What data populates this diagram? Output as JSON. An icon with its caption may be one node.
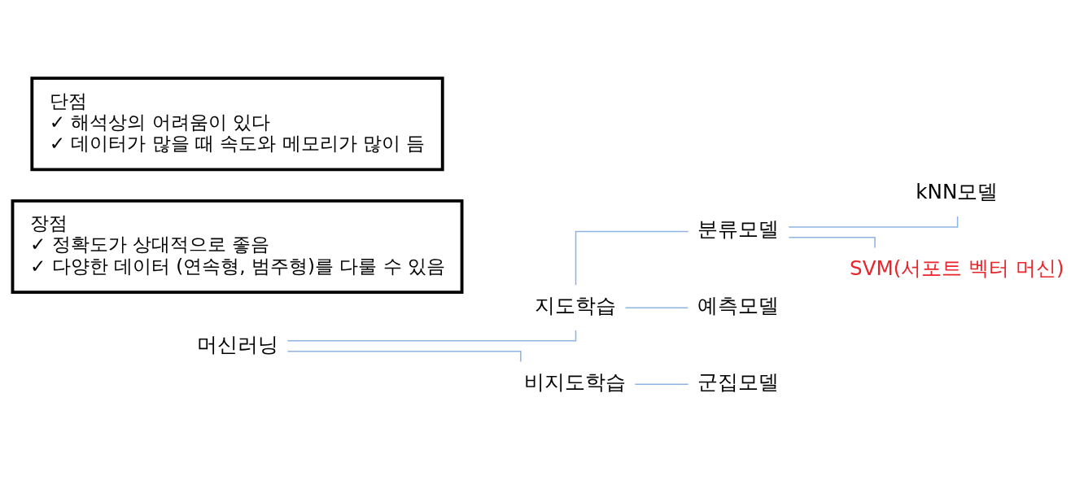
{
  "diagram": {
    "nodes": [
      {
        "text": [
          "머신러닝"
        ]
      },
      {
        "text": [
          "지도학습"
        ]
      },
      {
        "text": [
          "비지도학습"
        ]
      },
      {
        "text": [
          "분류모델"
        ]
      },
      {
        "text": [
          "예측모델"
        ]
      },
      {
        "text": [
          "kNN모델"
        ]
      },
      {
        "text": [
          "SVM(서포트 벡터 머신)"
        ]
      },
      {
        "text": [
          "군집모델"
        ]
      },
      {
        "text": [
          "장점",
          "✓ 정확도가 상대적으로 좋음",
          "✓ 다양한 데이터 (연속형, 범주형)를 다룰 수 있음"
        ]
      },
      {
        "text": [
          "단점",
          "✓ 해석상의 어려움이 있다",
          "✓ 데이터가 많을 때 속도와 메모리가 많이 듬"
        ]
      }
    ],
    "edges": [
      {
        "from": 0,
        "to": 1,
        "arrow": "none"
      },
      {
        "from": 0,
        "to": 2,
        "arrow": "none"
      },
      {
        "from": 1,
        "to": 3,
        "arrow": "none"
      },
      {
        "from": 1,
        "to": 4,
        "arrow": "none"
      },
      {
        "from": 3,
        "to": 5,
        "arrow": "none"
      },
      {
        "from": 3,
        "to": 6,
        "arrow": "none"
      },
      {
        "from": 2,
        "to": 7,
        "arrow": "none"
      }
    ]
  }
}
